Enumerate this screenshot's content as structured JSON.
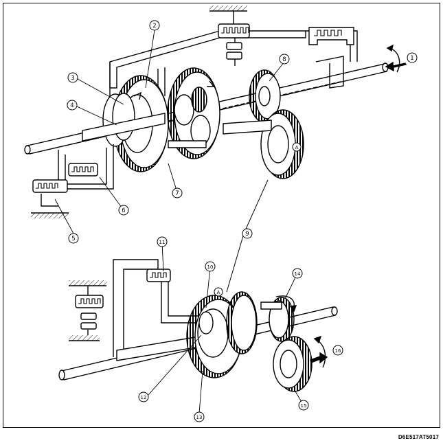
{
  "diagram": {
    "callouts": [
      {
        "id": "c1",
        "text": "1"
      },
      {
        "id": "c2",
        "text": "2"
      },
      {
        "id": "c3",
        "text": "3"
      },
      {
        "id": "c4",
        "text": "4"
      },
      {
        "id": "c5",
        "text": "5"
      },
      {
        "id": "c6",
        "text": "6"
      },
      {
        "id": "c7",
        "text": "7"
      },
      {
        "id": "c8",
        "text": "8"
      },
      {
        "id": "c9",
        "text": "9"
      },
      {
        "id": "c10",
        "text": "10"
      },
      {
        "id": "c11",
        "text": "11"
      },
      {
        "id": "c12",
        "text": "12"
      },
      {
        "id": "c13",
        "text": "13"
      },
      {
        "id": "c14",
        "text": "14"
      },
      {
        "id": "c15",
        "text": "15"
      },
      {
        "id": "c16",
        "text": "16"
      }
    ],
    "gear_markers": [
      "A",
      "A"
    ],
    "figure_code": "D6E517AT5017"
  }
}
